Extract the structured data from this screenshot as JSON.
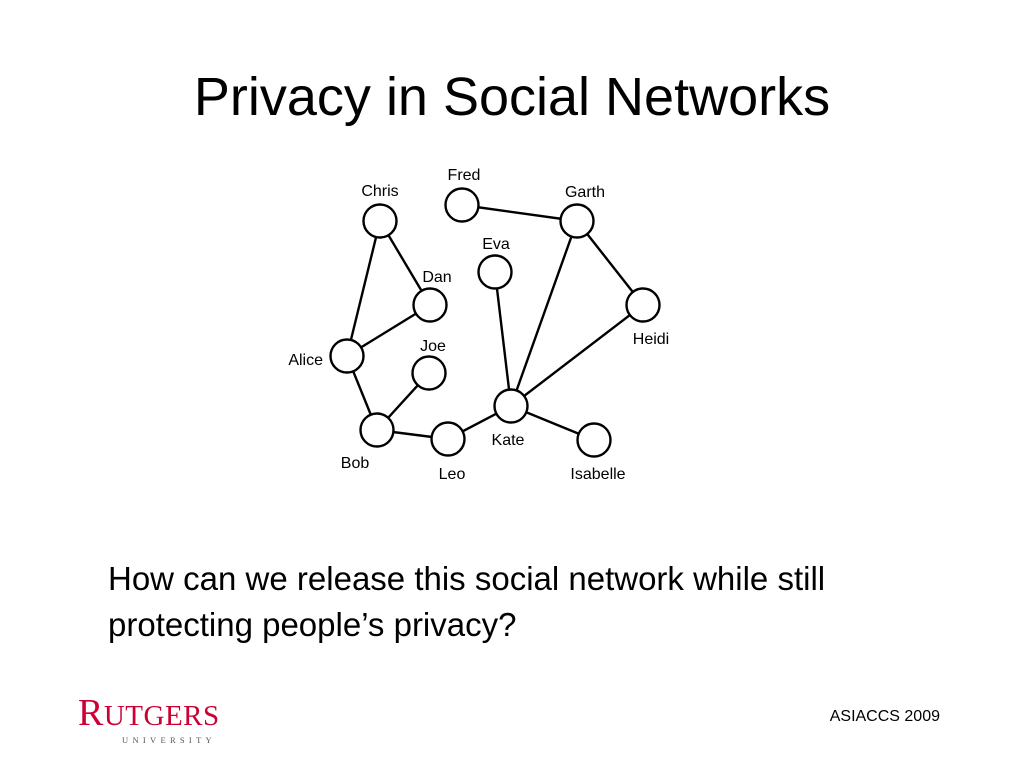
{
  "slide": {
    "title": "Privacy in Social Networks",
    "question": "How can we release this social network while still protecting people’s privacy?",
    "footer": "ASIACCS 2009"
  },
  "logo": {
    "initial": "R",
    "rest": "UTGERS",
    "subtitle": "UNIVERSITY",
    "color": "#cc0033"
  },
  "graph": {
    "nodes": [
      {
        "id": "chris",
        "label": "Chris"
      },
      {
        "id": "fred",
        "label": "Fred"
      },
      {
        "id": "garth",
        "label": "Garth"
      },
      {
        "id": "eva",
        "label": "Eva"
      },
      {
        "id": "dan",
        "label": "Dan"
      },
      {
        "id": "heidi",
        "label": "Heidi"
      },
      {
        "id": "alice",
        "label": "Alice"
      },
      {
        "id": "joe",
        "label": "Joe"
      },
      {
        "id": "kate",
        "label": "Kate"
      },
      {
        "id": "bob",
        "label": "Bob"
      },
      {
        "id": "leo",
        "label": "Leo"
      },
      {
        "id": "isabelle",
        "label": "Isabelle"
      }
    ],
    "edges": [
      [
        "chris",
        "dan"
      ],
      [
        "chris",
        "alice"
      ],
      [
        "dan",
        "alice"
      ],
      [
        "alice",
        "bob"
      ],
      [
        "joe",
        "bob"
      ],
      [
        "bob",
        "leo"
      ],
      [
        "leo",
        "kate"
      ],
      [
        "eva",
        "kate"
      ],
      [
        "garth",
        "kate"
      ],
      [
        "heidi",
        "kate"
      ],
      [
        "fred",
        "garth"
      ],
      [
        "garth",
        "heidi"
      ],
      [
        "kate",
        "isabelle"
      ]
    ]
  }
}
